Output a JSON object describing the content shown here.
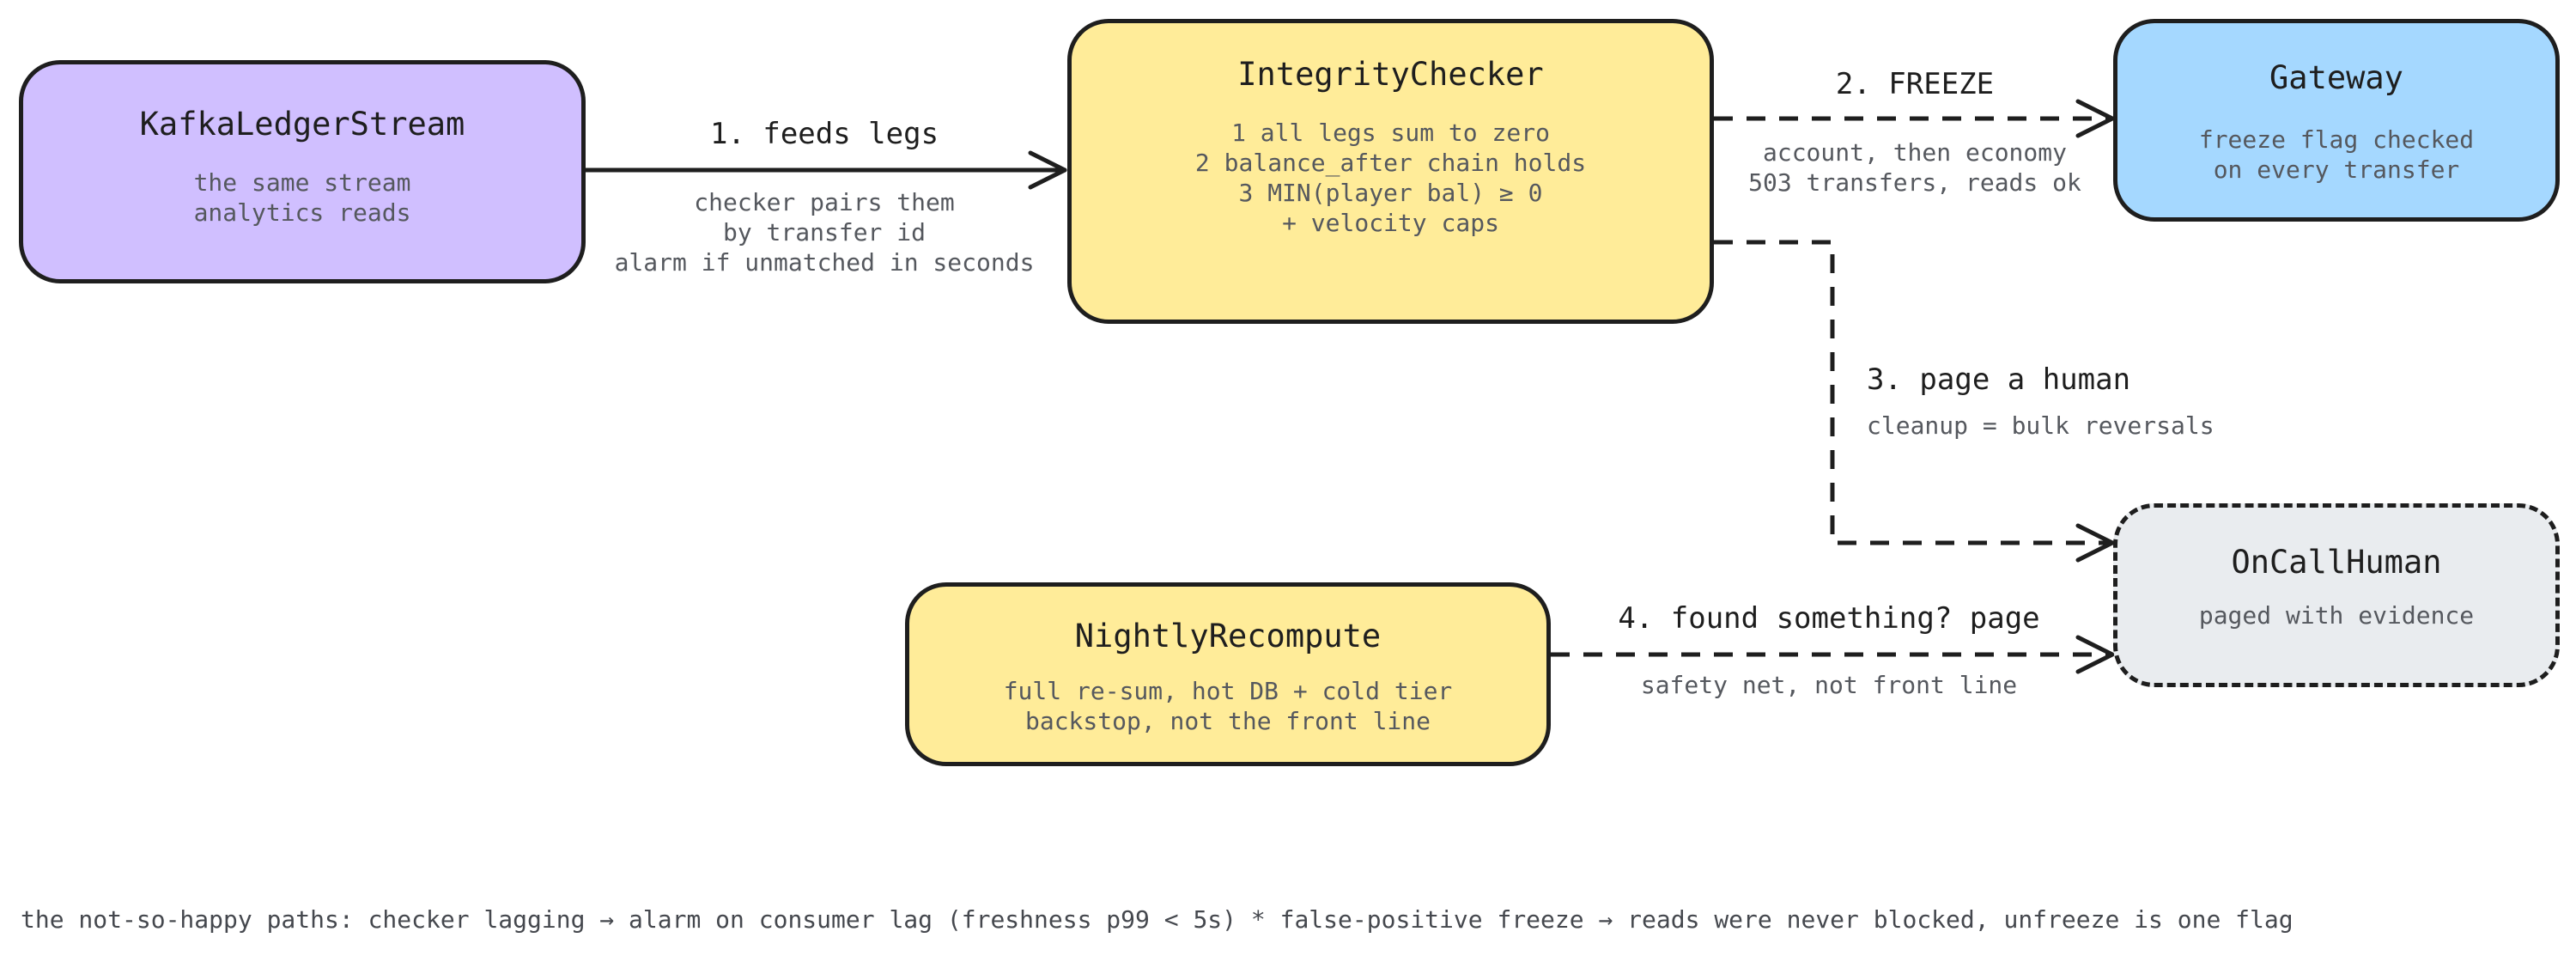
{
  "colors": {
    "ink": "#1e1e1e",
    "muted": "#55585e",
    "violet_fill": "#d0bfff",
    "yellow_fill": "#ffec99",
    "blue_fill": "#a5d8ff",
    "gray_fill": "#e9ecef"
  },
  "nodes": {
    "kafka": {
      "title": "KafkaLedgerStream",
      "sub": "the same stream\nanalytics reads",
      "fill": "violet_fill",
      "border": "solid"
    },
    "checker": {
      "title": "IntegrityChecker",
      "sub": "1 all legs sum to zero\n2 balance_after chain holds\n3 MIN(player bal) ≥ 0\n+ velocity caps",
      "fill": "yellow_fill",
      "border": "solid"
    },
    "gateway": {
      "title": "Gateway",
      "sub": "freeze flag checked\non every transfer",
      "fill": "blue_fill",
      "border": "solid"
    },
    "oncall": {
      "title": "OnCallHuman",
      "sub": "paged with evidence",
      "fill": "gray_fill",
      "border": "dashed"
    },
    "nightly": {
      "title": "NightlyRecompute",
      "sub": "full re-sum, hot DB + cold tier\nbackstop, not the front line",
      "fill": "yellow_fill",
      "border": "solid"
    }
  },
  "edges": {
    "feeds": {
      "label": "1. feeds legs",
      "note": "checker pairs them\nby transfer id\nalarm if unmatched in seconds",
      "style": "solid"
    },
    "freeze": {
      "label": "2. FREEZE",
      "note": "account, then economy\n503 transfers, reads ok",
      "style": "dashed"
    },
    "page": {
      "label": "3. page a human",
      "note": "cleanup = bulk reversals",
      "style": "dashed"
    },
    "found": {
      "label": "4. found something? page",
      "note": "safety net, not front line",
      "style": "dashed"
    }
  },
  "footer": "the not-so-happy paths: checker lagging → alarm on consumer lag (freshness p99 < 5s) * false-positive freeze → reads were never blocked, unfreeze is one flag"
}
